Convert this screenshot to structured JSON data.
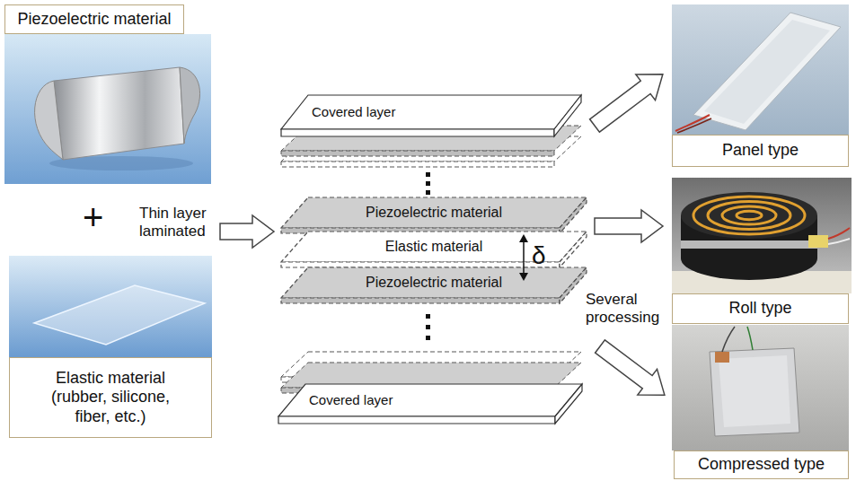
{
  "diagram": {
    "nodes": [
      {
        "text": [
          "Piezoelectric material"
        ]
      },
      {
        "text": [
          "Elastic material (rubber, silicone, fiber, etc.)"
        ]
      },
      {
        "text": [
          "Covered layer"
        ]
      },
      {
        "text": [
          "Piezoelectric material"
        ]
      },
      {
        "text": [
          "Elastic material"
        ]
      },
      {
        "text": [
          "Piezoelectric material"
        ]
      },
      {
        "text": [
          "Covered layer"
        ]
      },
      {
        "text": [
          "Panel type"
        ]
      },
      {
        "text": [
          "Roll type"
        ]
      },
      {
        "text": [
          "Compressed type"
        ]
      }
    ],
    "labels": [
      "+",
      "Thin layer laminated",
      "δ",
      "Several processing"
    ]
  }
}
